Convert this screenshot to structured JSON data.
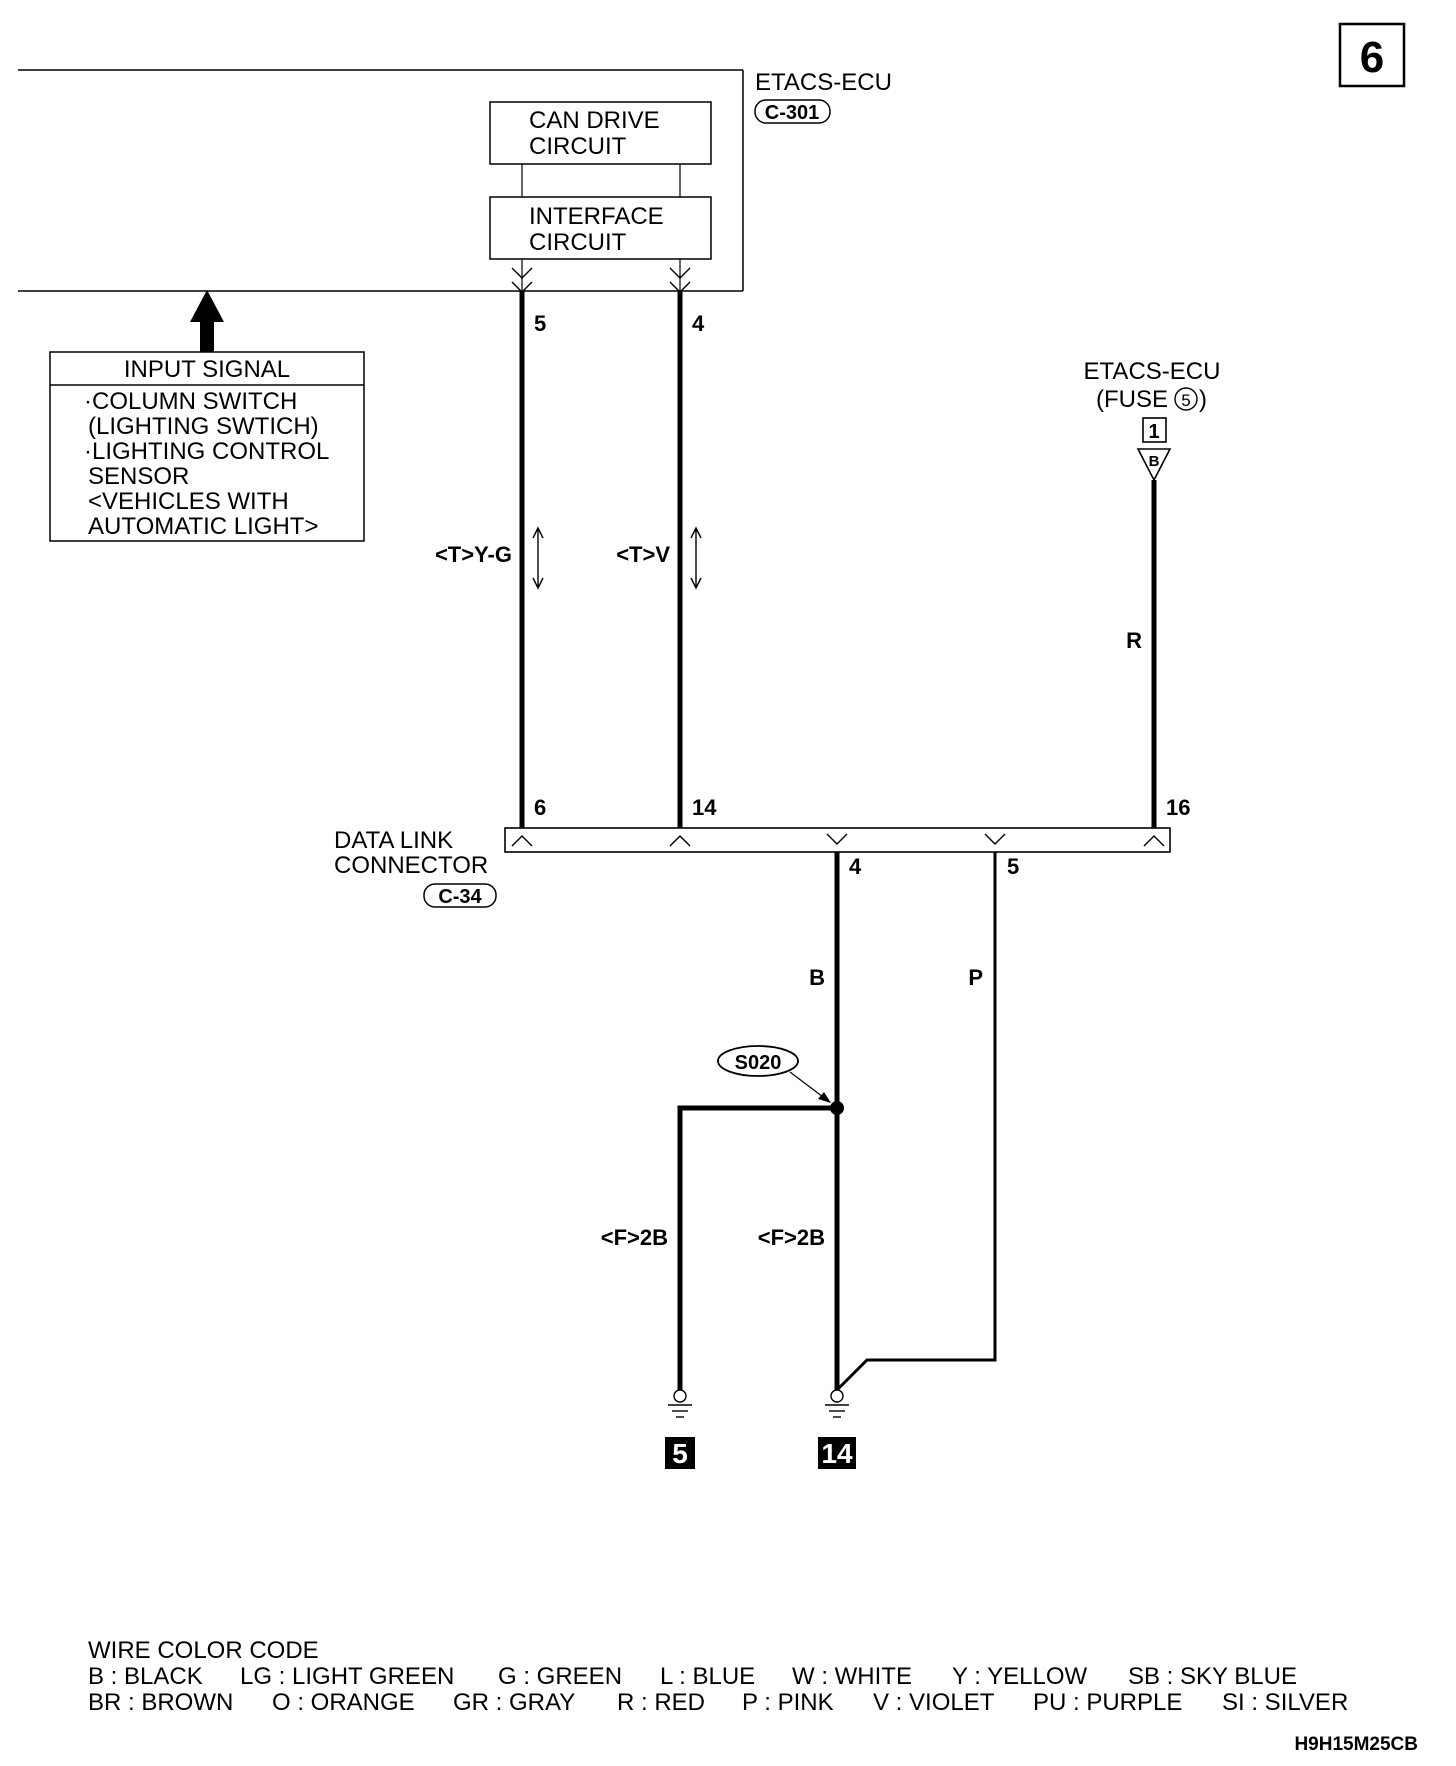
{
  "page_number": "6",
  "etacs_ecu": {
    "name": "ETACS-ECU",
    "connector": "C-301",
    "can_drive_line1": "CAN DRIVE",
    "can_drive_line2": "CIRCUIT",
    "interface_line1": "INTERFACE",
    "interface_line2": "CIRCUIT",
    "pin_left": "5",
    "pin_right": "4"
  },
  "input_signal": {
    "title": "INPUT SIGNAL",
    "lines": [
      "·COLUMN SWITCH",
      "(LIGHTING SWTICH)",
      "·LIGHTING CONTROL",
      "SENSOR",
      "<VEHICLES WITH",
      "AUTOMATIC LIGHT>"
    ]
  },
  "fuse": {
    "line1": "ETACS-ECU",
    "line2_prefix": "(FUSE",
    "fuse_number": "5",
    "line2_suffix": ")",
    "box_number": "1",
    "terminal": "B"
  },
  "wires": {
    "can_high": "<T>Y-G",
    "can_low": "<T>V",
    "power": "R",
    "ground_black": "B",
    "ground_pink": "P",
    "ground_left": "<F>2B",
    "ground_right": "<F>2B"
  },
  "data_link_connector": {
    "line1": "DATA LINK",
    "line2": "CONNECTOR",
    "connector": "C-34",
    "pins_top": [
      "6",
      "14",
      "16"
    ],
    "pins_bottom": [
      "4",
      "5"
    ]
  },
  "splice": "S020",
  "grounds": [
    "5",
    "14"
  ],
  "legend": {
    "title": "WIRE COLOR CODE",
    "row1": [
      "B : BLACK",
      "LG : LIGHT GREEN",
      "G : GREEN",
      "L : BLUE",
      "W : WHITE",
      "Y : YELLOW",
      "SB : SKY BLUE"
    ],
    "row2": [
      "BR : BROWN",
      "O : ORANGE",
      "GR : GRAY",
      "R : RED",
      "P : PINK",
      "V : VIOLET",
      "PU : PURPLE",
      "SI : SILVER"
    ]
  },
  "diagram_code": "H9H15M25CB"
}
